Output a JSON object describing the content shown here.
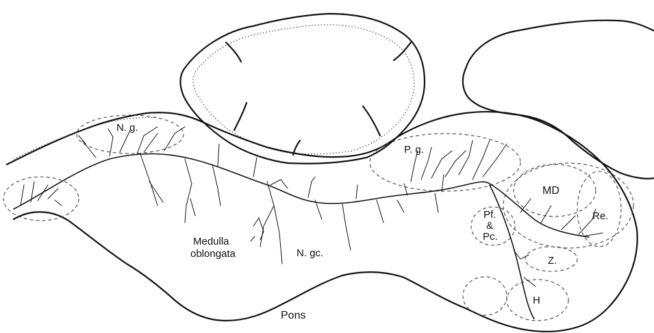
{
  "labels": {
    "ng": "N. g.",
    "pg": "P. g.",
    "md": "MD",
    "re": "Re.",
    "pf_line1": "Pf.",
    "pf_line2": "&",
    "pf_line3": "Pc.",
    "z": "Z.",
    "h": "H",
    "medulla_line1": "Medulla",
    "medulla_line2": "oblongata",
    "ngc": "N. gc.",
    "pons": "Pons"
  }
}
